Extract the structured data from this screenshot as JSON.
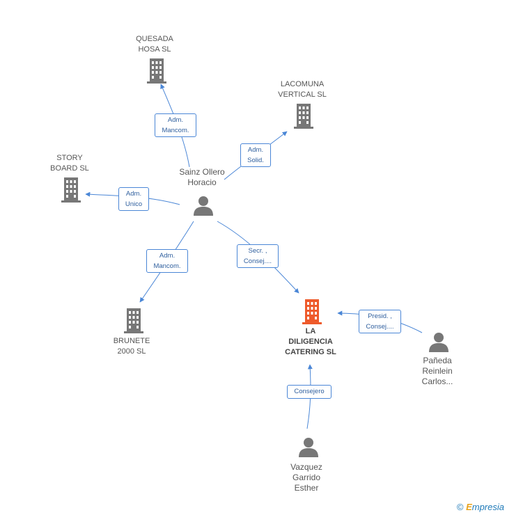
{
  "colors": {
    "edge": "#4a86d6",
    "company": "#777777",
    "main_company": "#ee5a2b",
    "person": "#777777"
  },
  "nodes": {
    "quesada": {
      "label_1": "QUESADA",
      "label_2": "HOSA SL",
      "icon": "building-icon"
    },
    "lacomuna": {
      "label_1": "LACOMUNA",
      "label_2": "VERTICAL SL",
      "icon": "building-icon"
    },
    "story": {
      "label_1": "STORY",
      "label_2": "BOARD SL",
      "icon": "building-icon"
    },
    "brunete": {
      "label_1": "BRUNETE",
      "label_2": "2000 SL",
      "icon": "building-icon"
    },
    "diligencia": {
      "label_1": "LA",
      "label_2": "DILIGENCIA",
      "label_3": "CATERING SL",
      "icon": "building-icon"
    },
    "sainz": {
      "label_1": "Sainz Ollero",
      "label_2": "Horacio",
      "icon": "person-icon"
    },
    "paneda": {
      "label_1": "Pañeda",
      "label_2": "Reinlein",
      "label_3": "Carlos...",
      "icon": "person-icon"
    },
    "vazquez": {
      "label_1": "Vazquez",
      "label_2": "Garrido",
      "label_3": "Esther",
      "icon": "person-icon"
    }
  },
  "edges": {
    "sainz_quesada": {
      "line_1": "Adm.",
      "line_2": "Mancom."
    },
    "sainz_lacomuna": {
      "line_1": "Adm.",
      "line_2": "Solid."
    },
    "sainz_story": {
      "line_1": "Adm.",
      "line_2": "Unico"
    },
    "sainz_brunete": {
      "line_1": "Adm.",
      "line_2": "Mancom."
    },
    "sainz_diligencia": {
      "line_1": "Secr. ,",
      "line_2": "Consej...."
    },
    "paneda_diligencia": {
      "line_1": "Presid. ,",
      "line_2": "Consej...."
    },
    "vazquez_diligencia": {
      "line_1": "Consejero"
    }
  },
  "footer": {
    "copyright": "©",
    "brand_e": "E",
    "brand_rest": "mpresia"
  }
}
